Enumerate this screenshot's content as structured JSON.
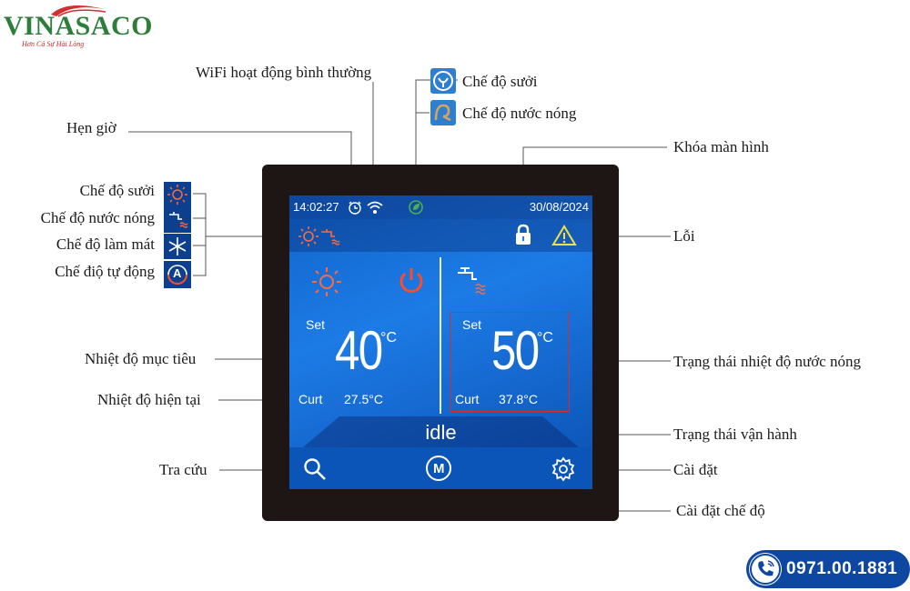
{
  "logo": {
    "brand": "VINASACO",
    "tagline": "Hơn Cả Sự Hài Lòng"
  },
  "labels": {
    "wifi": "WiFi hoạt động bình thường",
    "timer": "Hẹn giờ",
    "top_heating": "Chế độ sưởi",
    "top_hot_water": "Chế độ nước nóng",
    "screen_lock": "Khóa màn hình",
    "error": "Lỗi",
    "mode_heating": "Chế độ sưởi",
    "mode_hot_water": "Chế độ nước nóng",
    "mode_cooling": "Chế độ làm mát",
    "mode_auto": "Chế điộ tự động",
    "target_temp": "Nhiệt độ mục tiêu",
    "current_temp": "Nhiệt độ hiện tại",
    "lookup": "Tra cứu",
    "hot_water_status": "Trạng thái nhiệt độ nước nóng",
    "run_status": "Trạng thái vận hành",
    "settings": "Cài đặt",
    "mode_settings": "Cài đặt chế độ"
  },
  "screen": {
    "time": "14:02:27",
    "date": "30/08/2024",
    "left": {
      "set_label": "Set",
      "set_value": "40",
      "unit": "°C",
      "curt_label": "Curt",
      "curt_value": "27.5°C"
    },
    "right": {
      "set_label": "Set",
      "set_value": "50",
      "unit": "°C",
      "curt_label": "Curt",
      "curt_value": "37.8°C"
    },
    "status": "idle",
    "mode_button": "M",
    "auto_letter": "A"
  },
  "contact": {
    "phone": "0971.00.1881"
  },
  "colors": {
    "screen_blue": "#1d7be6",
    "sun_orange": "#ff6a3d",
    "power_red": "#ff4b2b",
    "error_yellow": "#f2e24a",
    "leaf_green": "#4caf50",
    "highlight_red": "#d32f2f"
  },
  "icons": [
    "clock-icon",
    "wifi-icon",
    "leaf-icon",
    "sun-icon",
    "faucet-icon",
    "lock-icon",
    "warning-icon",
    "power-icon",
    "search-icon",
    "mode-icon",
    "gear-icon",
    "snowflake-icon",
    "auto-icon",
    "phone-icon"
  ]
}
